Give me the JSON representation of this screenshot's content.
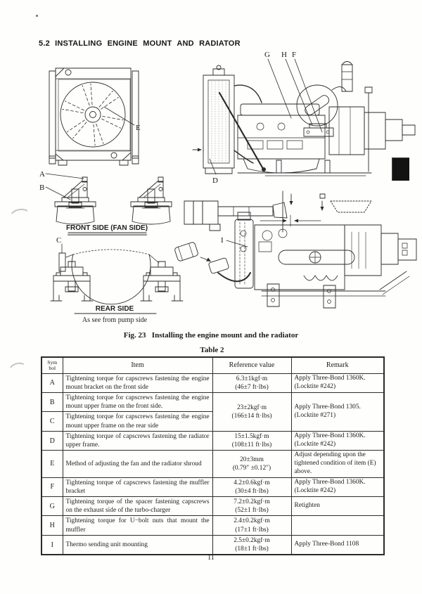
{
  "page": {
    "section_heading": "5.2  INSTALLING  ENGINE  MOUNT  AND  RADIATOR",
    "figure_caption": "Fig. 23   Installing the engine mount and the radiator",
    "table_title": "Table 2",
    "page_number": "11"
  },
  "figure": {
    "labels": {
      "a": "A",
      "b": "B",
      "c": "C",
      "d": "D",
      "e": "E",
      "f": "F",
      "g": "G",
      "h": "H",
      "i": "I"
    },
    "front_side_caption": "FRONT SIDE (FAN SIDE)",
    "rear_side_caption": "REAR SIDE",
    "rear_side_subcaption": "As see from pump side"
  },
  "table": {
    "headers": {
      "symbol_line1": "Sym",
      "symbol_line2": "bol",
      "item": "Item",
      "reference": "Reference value",
      "remark": "Remark"
    },
    "rows": [
      {
        "symbol": "A",
        "item": "Tightening torque for capscrews fastening the engine mount bracket on the  front side",
        "ref": "6.3±1kgf·m\n(46±7 ft·lbs)",
        "remark": "Apply Three-Bond 1360K.\n(Locktite #242)"
      },
      {
        "symbol": "B",
        "item": "Tightening torque for capscrews fastening  the engine mount upper frame on the front side.",
        "ref": "23±2kgf·m\n(166±14 ft·lbs)",
        "remark": "Apply Three-Bond 1305.\n(Locktite #271)"
      },
      {
        "symbol": "C",
        "item": "Tightening torque for capscrews fastening the engine mount upper frame on the rear side"
      },
      {
        "symbol": "D",
        "item": "Tightening torque of capscrews fastening the radiator upper frame.",
        "ref": "15±1.5kgf·m\n(108±11 ft·lbs)",
        "remark": "Apply Three-Bond 1360K.\n(Locktite #242)"
      },
      {
        "symbol": "E",
        "item": "Method of adjusting the fan and the radiator shroud",
        "ref": "20±3mm\n(0.79″ ±0.12″)",
        "remark": "Adjust depending upon the tightened condition of item (E) above."
      },
      {
        "symbol": "F",
        "item": "Tightening torque of capscrews fastening the muffler bracket",
        "ref": "4.2±0.6kgf·m\n(30±4 ft·lbs)",
        "remark": "Apply Three-Bond 1360K.\n(Locktite #242)"
      },
      {
        "symbol": "G",
        "item": "Tightening torque of the spacer fastening cap­screws on the exhaust side of the turbo-charger",
        "ref": "7.2±0.2kgf·m\n(52±1 ft·lbs)",
        "remark": "Retighten"
      },
      {
        "symbol": "H",
        "item": "Tightening torque for U−bolt nuts that mount the muffler",
        "ref": "2.4±0.2kgf·m\n(17±1 ft·lbs)",
        "remark": ""
      },
      {
        "symbol": "I",
        "item": "Thermo sending unit mounting",
        "ref": "2.5±0.2kgf·m\n(18±1 ft·lbs)",
        "remark": "Apply Three-Bond 1108"
      }
    ]
  }
}
